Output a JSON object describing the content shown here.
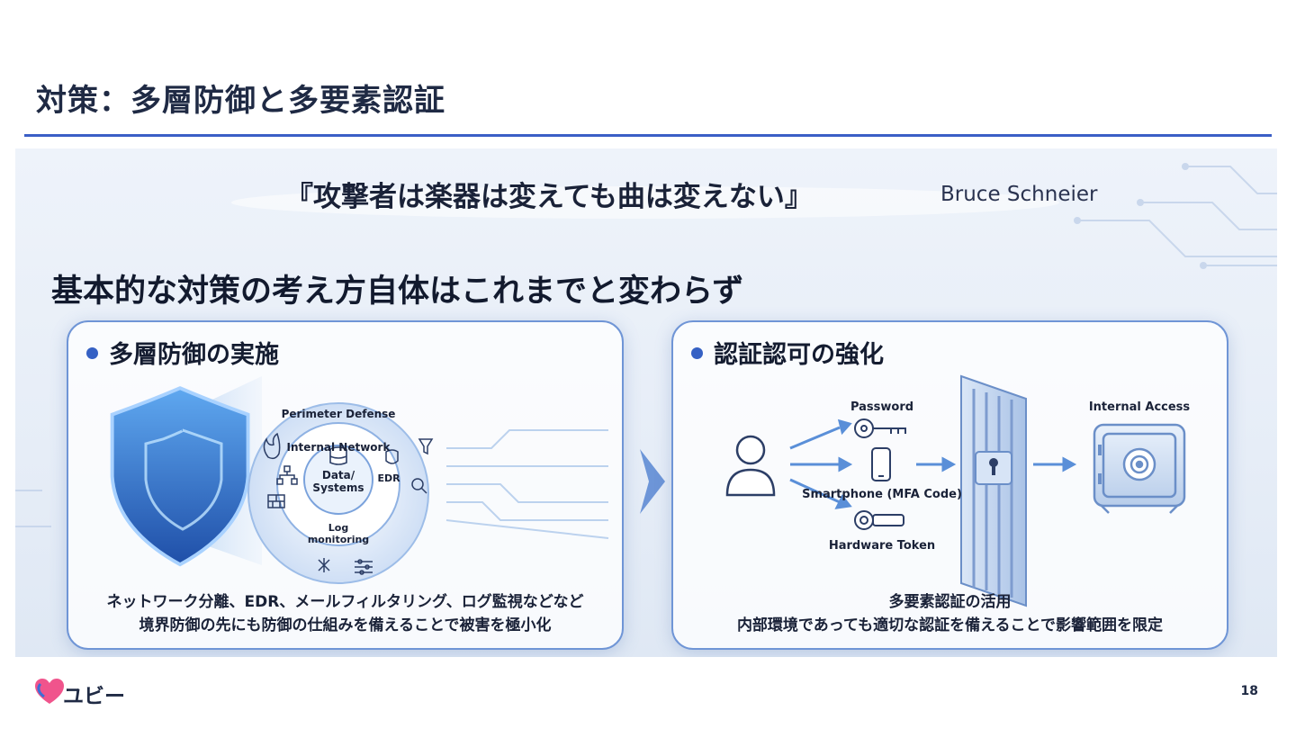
{
  "slide": {
    "title": "対策：多層防御と多要素認証",
    "page_number": "18",
    "brand": "ユビー"
  },
  "quote": {
    "text": "『攻撃者は楽器は変えても曲は変えない』",
    "author": "Bruce Schneier"
  },
  "headline": "基本的な対策の考え方自体はこれまでと変わらず",
  "defense": {
    "title": "多層防御の実施",
    "rings": {
      "outer": "Perimeter Defense",
      "middle": "Internal Network",
      "core_line1": "Data/",
      "core_line2": "Systems",
      "edr": "EDR",
      "log_line1": "Log",
      "log_line2": "monitoring"
    },
    "caption_line1": "ネットワーク分離、EDR、メールフィルタリング、ログ監視などなど",
    "caption_line2": "境界防御の先にも防御の仕組みを備えることで被害を極小化"
  },
  "auth": {
    "title": "認証認可の強化",
    "factors": {
      "password": "Password",
      "smartphone": "Smartphone (MFA Code)",
      "token": "Hardware Token"
    },
    "access_label": "Internal Access",
    "caption_line1": "多要素認証の活用",
    "caption_line2": "内部環境であっても適切な認証を備えることで影響範囲を限定"
  },
  "colors": {
    "accent": "#3561c4",
    "rule": "#3b5fc6",
    "card_border": "#6f95d6",
    "brand_pink": "#f0548c",
    "brand_blue": "#3a6fd8"
  }
}
